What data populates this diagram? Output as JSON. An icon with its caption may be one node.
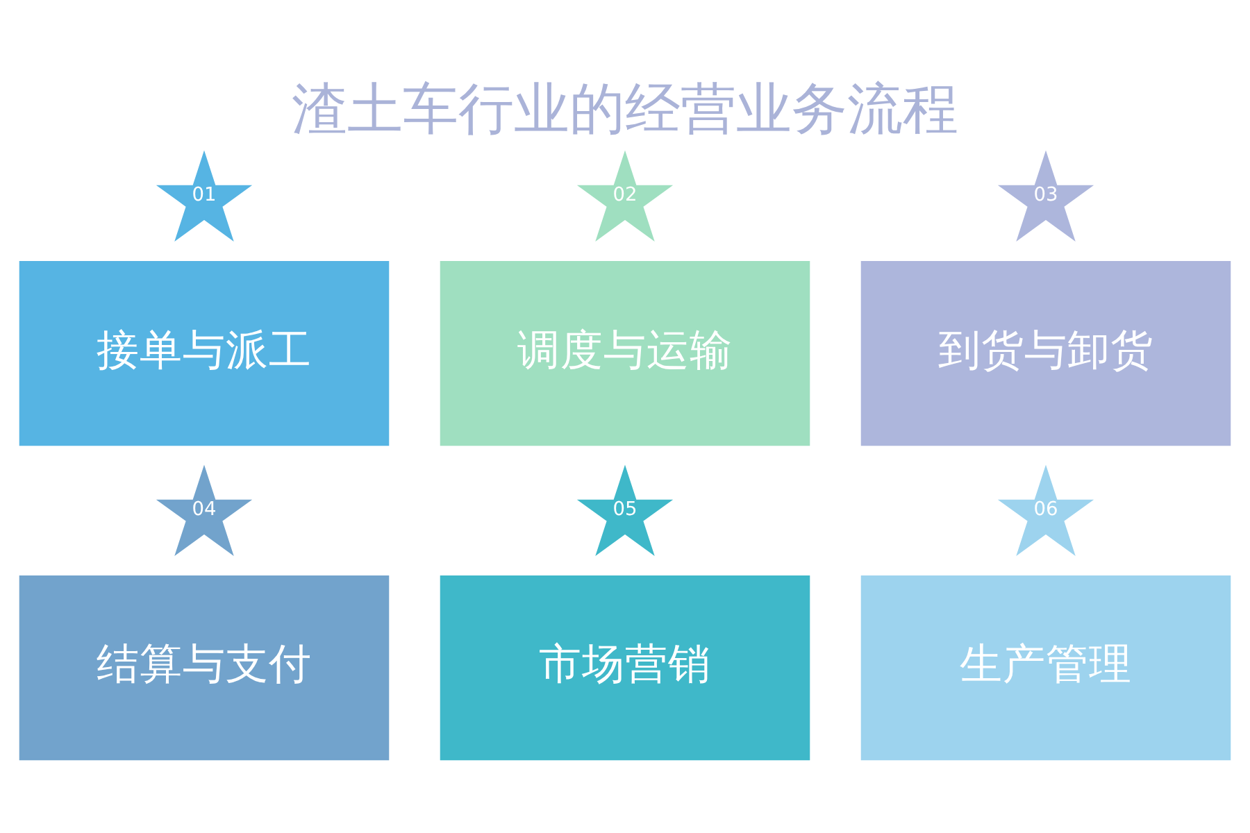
{
  "diagram": {
    "title": "渣土车行业的经营业务流程",
    "nodes": [
      {
        "text": [
          "01"
        ]
      },
      {
        "text": [
          "接单与派工"
        ]
      },
      {
        "text": [
          "02"
        ]
      },
      {
        "text": [
          "调度与运输"
        ]
      },
      {
        "text": [
          "03"
        ]
      },
      {
        "text": [
          "到货与卸货"
        ]
      },
      {
        "text": [
          "04"
        ]
      },
      {
        "text": [
          "结算与支付"
        ]
      },
      {
        "text": [
          "05"
        ]
      },
      {
        "text": [
          "市场营销"
        ]
      },
      {
        "text": [
          "06"
        ]
      },
      {
        "text": [
          "生产管理"
        ]
      }
    ]
  }
}
